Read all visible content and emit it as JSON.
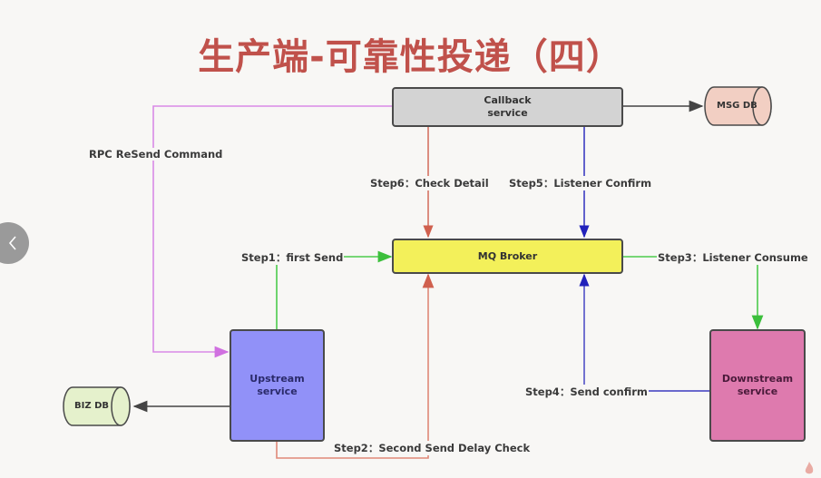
{
  "title": "生产端-可靠性投递（四）",
  "nodes": {
    "callback": {
      "label": "Callback\nservice",
      "color": "#d3d3d3"
    },
    "broker": {
      "label": "MQ Broker",
      "color": "#f3f05a"
    },
    "upstream": {
      "label": "Upstream\nservice",
      "color": "#9191f8"
    },
    "downstream": {
      "label": "Downstream\nservice",
      "color": "#de7aae"
    },
    "msg_db": {
      "label": "MSG DB",
      "color": "#f2cfc3"
    },
    "biz_db": {
      "label": "BIZ DB",
      "color": "#e5f1cc"
    }
  },
  "edges": {
    "rpc_resend": {
      "label": "RPC ReSend Command",
      "color": "#d98ae6"
    },
    "step1": {
      "label": "Step1：first Send",
      "color": "#4ccb4c"
    },
    "step2": {
      "label": "Step2：Second Send Delay Check",
      "color": "#e07a6a"
    },
    "step3": {
      "label": "Step3：Listener Consume",
      "color": "#4ccb4c"
    },
    "step4": {
      "label": "Step4：Send confirm",
      "color": "#3a3ac0"
    },
    "step5": {
      "label": "Step5：Listener Confirm",
      "color": "#2222bb"
    },
    "step6": {
      "label": "Step6：Check Detail",
      "color": "#d0604e"
    },
    "callback_to_msgdb": {
      "label": "",
      "color": "#444444"
    },
    "upstream_to_bizdb": {
      "label": "",
      "color": "#444444"
    }
  },
  "navigation": {
    "prev_icon": "chevron-left-icon"
  }
}
